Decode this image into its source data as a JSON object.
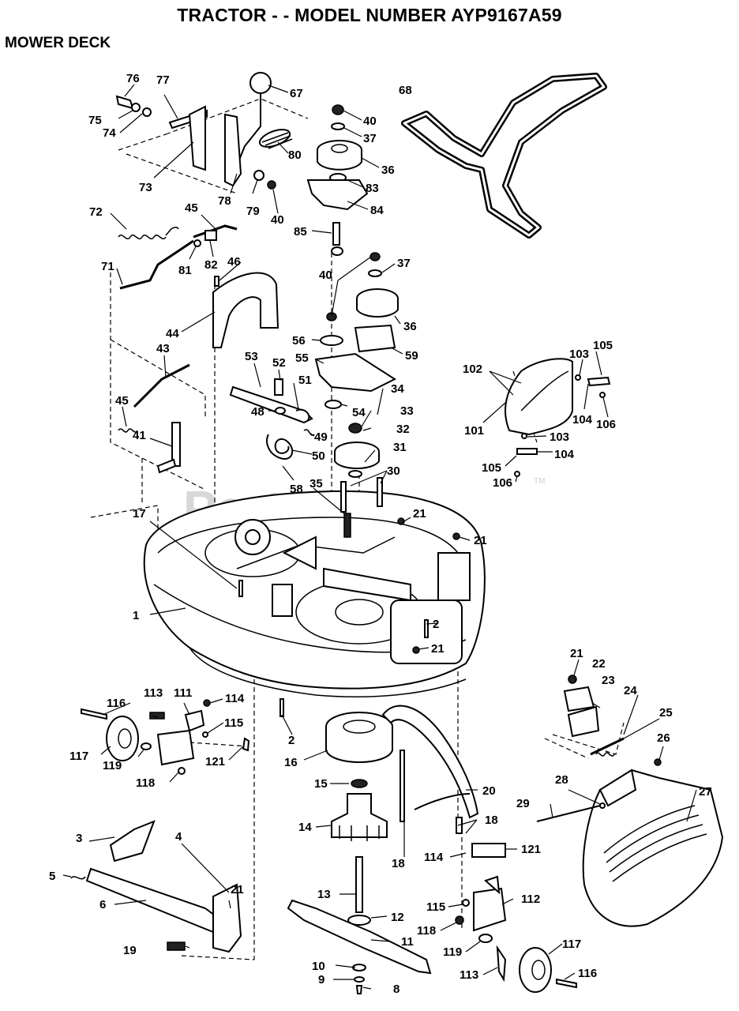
{
  "header": {
    "title": "TRACTOR - - MODEL NUMBER AYP9167A59",
    "subtitle": "MOWER DECK"
  },
  "watermark": {
    "text": "PartsTree",
    "trademark": "TM"
  },
  "callouts": [
    {
      "id": "c1",
      "label": "1"
    },
    {
      "id": "c2a",
      "label": "2"
    },
    {
      "id": "c2b",
      "label": "2"
    },
    {
      "id": "c3",
      "label": "3"
    },
    {
      "id": "c4",
      "label": "4"
    },
    {
      "id": "c5",
      "label": "5"
    },
    {
      "id": "c6",
      "label": "6"
    },
    {
      "id": "c8",
      "label": "8"
    },
    {
      "id": "c9",
      "label": "9"
    },
    {
      "id": "c10",
      "label": "10"
    },
    {
      "id": "c11",
      "label": "11"
    },
    {
      "id": "c12",
      "label": "12"
    },
    {
      "id": "c13",
      "label": "13"
    },
    {
      "id": "c14",
      "label": "14"
    },
    {
      "id": "c15",
      "label": "15"
    },
    {
      "id": "c16",
      "label": "16"
    },
    {
      "id": "c17",
      "label": "17"
    },
    {
      "id": "c18a",
      "label": "18"
    },
    {
      "id": "c18b",
      "label": "18"
    },
    {
      "id": "c19",
      "label": "19"
    },
    {
      "id": "c20",
      "label": "20"
    },
    {
      "id": "c21a",
      "label": "21"
    },
    {
      "id": "c21b",
      "label": "21"
    },
    {
      "id": "c21c",
      "label": "21"
    },
    {
      "id": "c21d",
      "label": "21"
    },
    {
      "id": "c21e",
      "label": "21"
    },
    {
      "id": "c22",
      "label": "22"
    },
    {
      "id": "c23",
      "label": "23"
    },
    {
      "id": "c24",
      "label": "24"
    },
    {
      "id": "c25",
      "label": "25"
    },
    {
      "id": "c26",
      "label": "26"
    },
    {
      "id": "c27",
      "label": "27"
    },
    {
      "id": "c28",
      "label": "28"
    },
    {
      "id": "c29",
      "label": "29"
    },
    {
      "id": "c30",
      "label": "30"
    },
    {
      "id": "c31",
      "label": "31"
    },
    {
      "id": "c32",
      "label": "32"
    },
    {
      "id": "c33",
      "label": "33"
    },
    {
      "id": "c34",
      "label": "34"
    },
    {
      "id": "c35",
      "label": "35"
    },
    {
      "id": "c36a",
      "label": "36"
    },
    {
      "id": "c36b",
      "label": "36"
    },
    {
      "id": "c37a",
      "label": "37"
    },
    {
      "id": "c37b",
      "label": "37"
    },
    {
      "id": "c40a",
      "label": "40"
    },
    {
      "id": "c40b",
      "label": "40"
    },
    {
      "id": "c40c",
      "label": "40"
    },
    {
      "id": "c41",
      "label": "41"
    },
    {
      "id": "c43",
      "label": "43"
    },
    {
      "id": "c44",
      "label": "44"
    },
    {
      "id": "c45a",
      "label": "45"
    },
    {
      "id": "c45b",
      "label": "45"
    },
    {
      "id": "c46",
      "label": "46"
    },
    {
      "id": "c48",
      "label": "48"
    },
    {
      "id": "c49",
      "label": "49"
    },
    {
      "id": "c50",
      "label": "50"
    },
    {
      "id": "c51",
      "label": "51"
    },
    {
      "id": "c52",
      "label": "52"
    },
    {
      "id": "c53",
      "label": "53"
    },
    {
      "id": "c54",
      "label": "54"
    },
    {
      "id": "c55",
      "label": "55"
    },
    {
      "id": "c56",
      "label": "56"
    },
    {
      "id": "c58",
      "label": "58"
    },
    {
      "id": "c59",
      "label": "59"
    },
    {
      "id": "c67",
      "label": "67"
    },
    {
      "id": "c68",
      "label": "68"
    },
    {
      "id": "c71",
      "label": "71"
    },
    {
      "id": "c72",
      "label": "72"
    },
    {
      "id": "c73",
      "label": "73"
    },
    {
      "id": "c74",
      "label": "74"
    },
    {
      "id": "c75",
      "label": "75"
    },
    {
      "id": "c76",
      "label": "76"
    },
    {
      "id": "c77",
      "label": "77"
    },
    {
      "id": "c78",
      "label": "78"
    },
    {
      "id": "c79",
      "label": "79"
    },
    {
      "id": "c80",
      "label": "80"
    },
    {
      "id": "c81",
      "label": "81"
    },
    {
      "id": "c82",
      "label": "82"
    },
    {
      "id": "c83",
      "label": "83"
    },
    {
      "id": "c84",
      "label": "84"
    },
    {
      "id": "c85",
      "label": "85"
    },
    {
      "id": "c101",
      "label": "101"
    },
    {
      "id": "c102",
      "label": "102"
    },
    {
      "id": "c103a",
      "label": "103"
    },
    {
      "id": "c103b",
      "label": "103"
    },
    {
      "id": "c104a",
      "label": "104"
    },
    {
      "id": "c104b",
      "label": "104"
    },
    {
      "id": "c105a",
      "label": "105"
    },
    {
      "id": "c105b",
      "label": "105"
    },
    {
      "id": "c106a",
      "label": "106"
    },
    {
      "id": "c106b",
      "label": "106"
    },
    {
      "id": "c111",
      "label": "111"
    },
    {
      "id": "c112",
      "label": "112"
    },
    {
      "id": "c113a",
      "label": "113"
    },
    {
      "id": "c113b",
      "label": "113"
    },
    {
      "id": "c114a",
      "label": "114"
    },
    {
      "id": "c114b",
      "label": "114"
    },
    {
      "id": "c115a",
      "label": "115"
    },
    {
      "id": "c115b",
      "label": "115"
    },
    {
      "id": "c116a",
      "label": "116"
    },
    {
      "id": "c116b",
      "label": "116"
    },
    {
      "id": "c117a",
      "label": "117"
    },
    {
      "id": "c117b",
      "label": "117"
    },
    {
      "id": "c118a",
      "label": "118"
    },
    {
      "id": "c118b",
      "label": "118"
    },
    {
      "id": "c119a",
      "label": "119"
    },
    {
      "id": "c119b",
      "label": "119"
    },
    {
      "id": "c121a",
      "label": "121"
    },
    {
      "id": "c121b",
      "label": "121"
    }
  ]
}
